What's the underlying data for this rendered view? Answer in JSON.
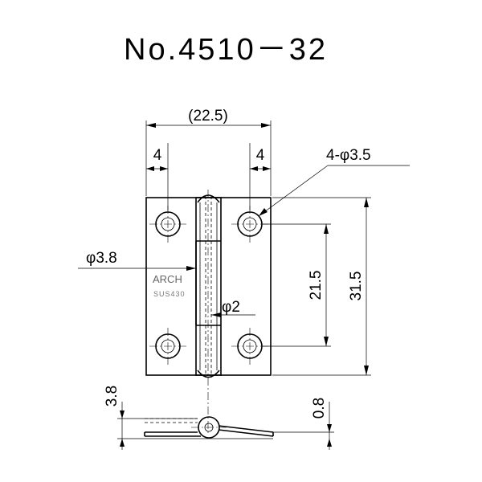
{
  "title": "No.4510－32",
  "dimensions": {
    "overall_width": "(22.5)",
    "hole_offset_left": "4",
    "hole_offset_right": "4",
    "hole_callout": "4-φ3.5",
    "pin_diameter": "φ3.8",
    "pin_hole_diameter": "φ2",
    "hole_pitch": "21.5",
    "overall_height": "31.5",
    "side_height": "3.8",
    "leaf_thickness": "0.8"
  },
  "markings": {
    "brand": "ARCH",
    "material": "SUS430"
  }
}
